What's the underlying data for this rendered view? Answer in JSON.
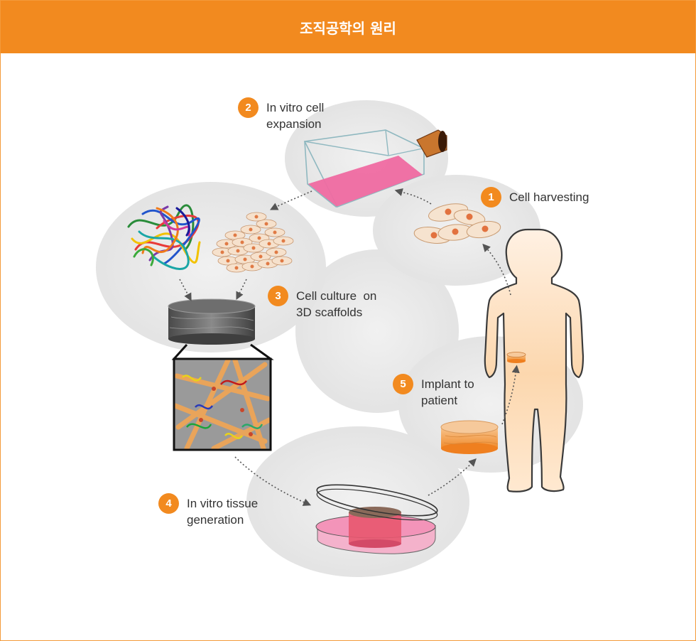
{
  "header": {
    "title": "조직공학의 원리"
  },
  "steps": [
    {
      "number": "1",
      "line1": "Cell harvesting",
      "line2": ""
    },
    {
      "number": "2",
      "line1": "In vitro cell",
      "line2": "expansion"
    },
    {
      "number": "3",
      "line1": "Cell culture  on",
      "line2": "3D scaffolds"
    },
    {
      "number": "4",
      "line1": "In vitro tissue",
      "line2": "generation"
    },
    {
      "number": "5",
      "line1": "Implant to",
      "line2": "patient"
    }
  ],
  "colors": {
    "accent": "#f28a1f",
    "bubble": "#e6e6e6",
    "media": "#ef6aa1",
    "tissue": "#f59a3c"
  }
}
